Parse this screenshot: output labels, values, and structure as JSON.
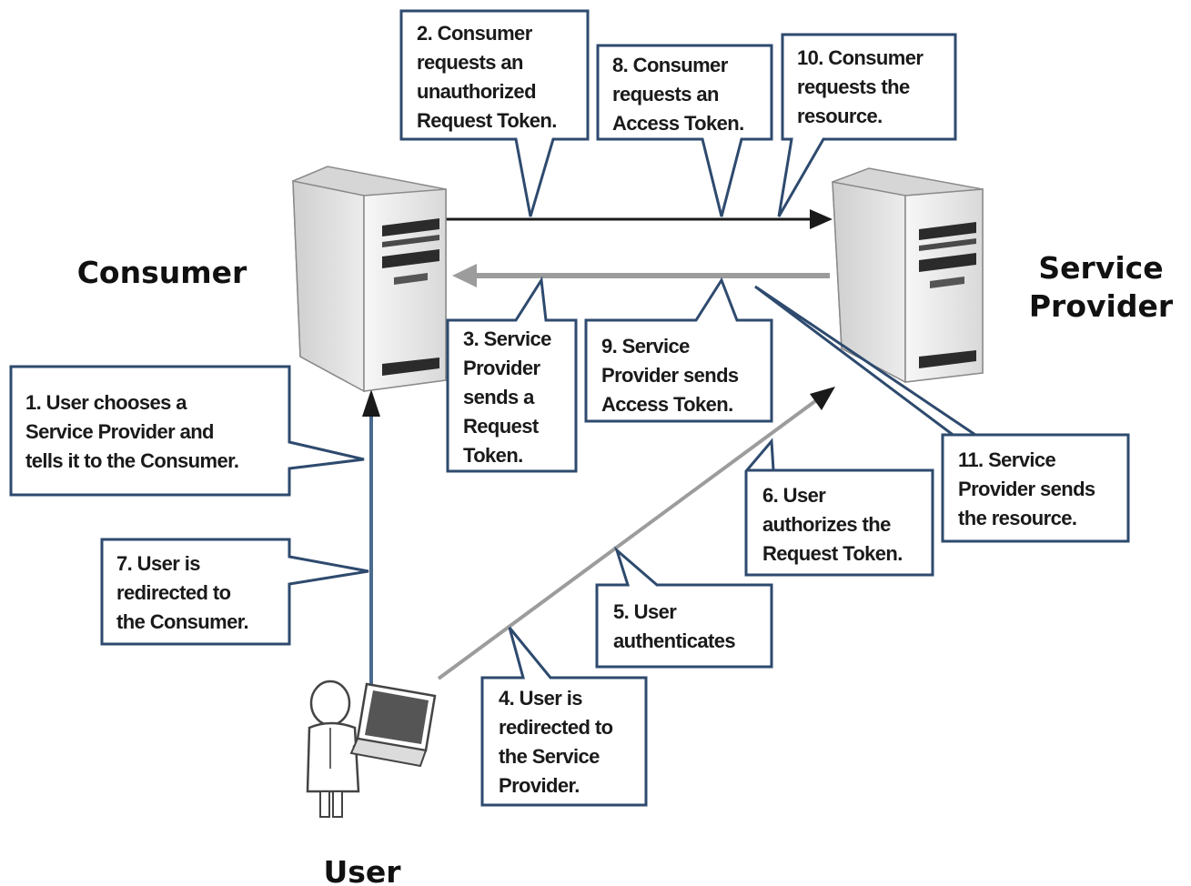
{
  "actors": {
    "consumer": "Consumer",
    "service_provider": [
      "Service",
      "Provider"
    ],
    "user": "User"
  },
  "steps": [
    {
      "id": "step1",
      "lines": [
        "1. User chooses a",
        "Service Provider and",
        "tells it to the Consumer."
      ]
    },
    {
      "id": "step2",
      "lines": [
        "2. Consumer",
        "requests an",
        "unauthorized",
        "Request Token."
      ]
    },
    {
      "id": "step3",
      "lines": [
        "3. Service",
        "Provider",
        "sends a",
        "Request",
        "Token."
      ]
    },
    {
      "id": "step4",
      "lines": [
        "4. User is",
        "redirected to",
        "the Service",
        "Provider."
      ]
    },
    {
      "id": "step5",
      "lines": [
        "5. User",
        "authenticates"
      ]
    },
    {
      "id": "step6",
      "lines": [
        "6. User",
        "authorizes the",
        "Request Token."
      ]
    },
    {
      "id": "step7",
      "lines": [
        "7. User is",
        "redirected to",
        "the Consumer."
      ]
    },
    {
      "id": "step8",
      "lines": [
        "8. Consumer",
        "requests an",
        "Access Token."
      ]
    },
    {
      "id": "step9",
      "lines": [
        "9. Service",
        "Provider sends",
        "Access Token."
      ]
    },
    {
      "id": "step10",
      "lines": [
        "10. Consumer",
        "requests the",
        "resource."
      ]
    },
    {
      "id": "step11",
      "lines": [
        "11. Service",
        "Provider sends",
        "the resource."
      ]
    }
  ],
  "colors": {
    "callout_border": "#2e4a6e",
    "arrow_dark": "#1a1a1a",
    "arrow_light": "#9c9c9c",
    "arrow_blue": "#4a6a8e",
    "server_body": "#eeeeee"
  },
  "icons": [
    "consumer-server-icon",
    "service-provider-server-icon",
    "user-person-icon",
    "laptop-icon"
  ]
}
